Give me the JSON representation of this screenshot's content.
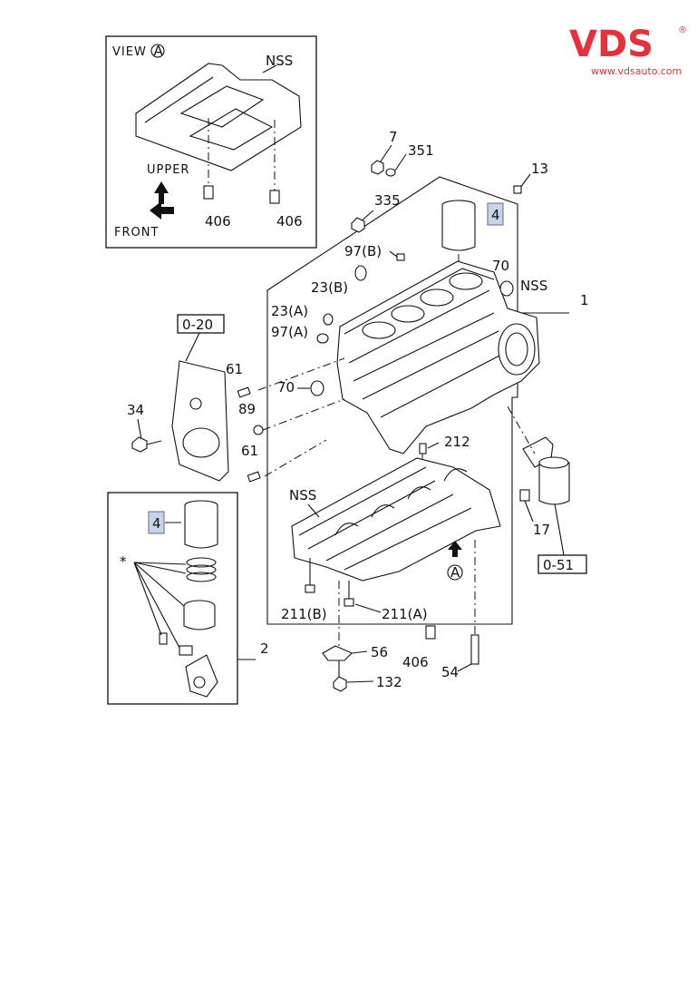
{
  "logo": {
    "brand": "VDS",
    "registered": "®",
    "url": "www.vdsauto.com",
    "color": "#e8303a"
  },
  "view_inset": {
    "title": "VIEW",
    "view_letter": "A",
    "nss": "NSS",
    "upper": "UPPER",
    "front": "FRONT",
    "part_left": "406",
    "part_right": "406"
  },
  "piston_inset": {
    "part_ref": "4",
    "asterisk": "*"
  },
  "refs": {
    "r0_20": "0-20",
    "r0_51": "0-51"
  },
  "labels": {
    "p7": "7",
    "p351": "351",
    "p13": "13",
    "p335": "335",
    "p4": "4",
    "p97b": "97(B)",
    "p70_top": "70",
    "nss_right": "NSS",
    "p23b": "23(B)",
    "p1": "1",
    "p23a": "23(A)",
    "p97a": "97(A)",
    "p61_top": "61",
    "p70_left": "70",
    "p34": "34",
    "p89": "89",
    "p61_bottom": "61",
    "p212": "212",
    "nss_lower": "NSS",
    "p17": "17",
    "view_a_marker": "A",
    "p211b": "211(B)",
    "p211a": "211(A)",
    "p56": "56",
    "p406": "406",
    "p54": "54",
    "p132": "132",
    "p2": "2"
  },
  "highlight_color": "#c9d3ea"
}
